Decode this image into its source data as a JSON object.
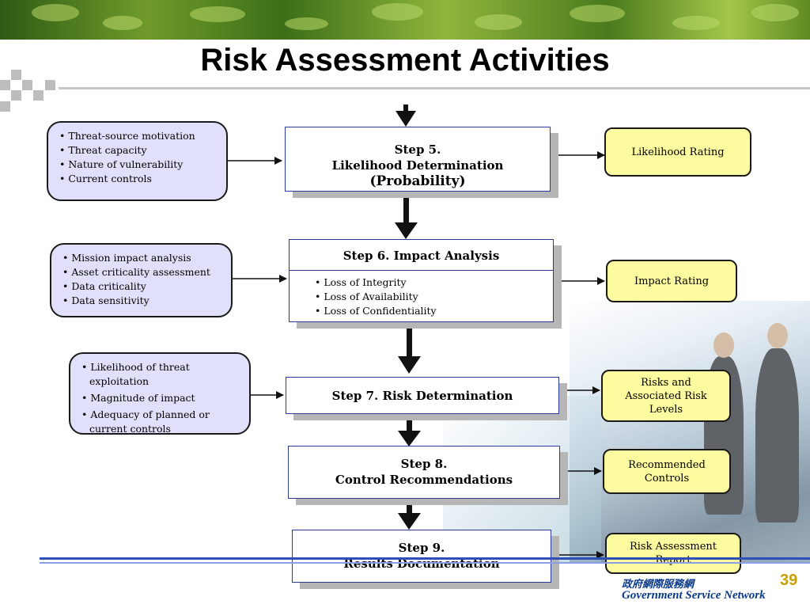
{
  "title": "Risk Assessment Activities",
  "steps": [
    {
      "label": "Step 5.",
      "name": "Likelihood Determination",
      "extra": "(Probability)"
    },
    {
      "title": "Step 6.  Impact Analysis",
      "items": [
        "Loss of Integrity",
        "Loss of Availability",
        "Loss of Confidentiality"
      ]
    },
    {
      "title": "Step 7.  Risk Determination"
    },
    {
      "label": "Step 8.",
      "name": "Control Recommendations"
    },
    {
      "label": "Step 9.",
      "name": "Results Documentation"
    }
  ],
  "inputs": [
    {
      "items": [
        "Threat-source motivation",
        "Threat capacity",
        "Nature of vulnerability",
        "Current controls"
      ]
    },
    {
      "items": [
        "Mission impact analysis",
        "Asset criticality assessment",
        "Data criticality",
        "Data sensitivity"
      ]
    },
    {
      "items": [
        "Likelihood of threat exploitation",
        "Magnitude of impact",
        "Adequacy of planned or current controls"
      ]
    }
  ],
  "outputs": [
    {
      "label": "Likelihood Rating"
    },
    {
      "label": "Impact Rating"
    },
    {
      "label": "Risks and Associated Risk Levels"
    },
    {
      "label": "Recommended Controls"
    },
    {
      "label": "Risk Assessment Report"
    }
  ],
  "footer": {
    "chinese": "政府網際服務網",
    "english": "Government Service Network",
    "page": "39"
  },
  "colors": {
    "input_box": "#e0e0fa",
    "output_box": "#fdfb9f",
    "step_border": "#2b3a9a",
    "footer_text": "#0a3a8a",
    "page_number": "#c8a000"
  }
}
